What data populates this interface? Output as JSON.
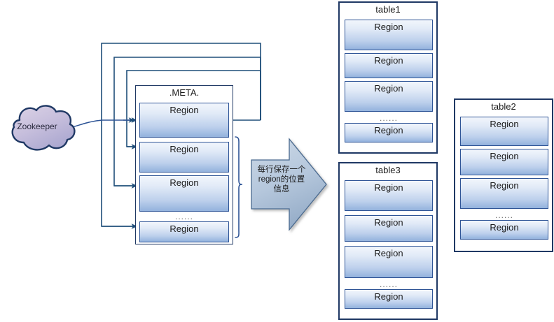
{
  "diagram": {
    "title": "HBase .META. region location diagram",
    "colors": {
      "box_border": "#1f3864",
      "region_border": "#2e5496",
      "region_gradient_top": "#f2f6fc",
      "region_gradient_bottom": "#93b2dd",
      "connector_line": "#1f4e79",
      "arrow_fill": "#b9c9dd",
      "cloud_fill": "#c9c2dd",
      "cloud_border": "#1f3864"
    }
  },
  "zookeeper": {
    "label": "Zookeeper",
    "icon": "cloud-icon"
  },
  "meta_table": {
    "title": ".META.",
    "regions": [
      {
        "label": "Region"
      },
      {
        "label": "Region"
      },
      {
        "label": "Region"
      },
      {
        "label": "Region"
      }
    ],
    "ellipsis": "......",
    "brace": "right-curly-brace"
  },
  "callout": {
    "shape": "right-arrow",
    "text": "每行保存一个region的位置信息",
    "line1": "每行保存一个",
    "line2": "region的位置",
    "line3": "信息"
  },
  "tables": [
    {
      "id": "table1",
      "title": "table1",
      "regions": [
        {
          "label": "Region"
        },
        {
          "label": "Region"
        },
        {
          "label": "Region"
        },
        {
          "label": "Region"
        }
      ],
      "ellipsis": "......"
    },
    {
      "id": "table3",
      "title": "table3",
      "regions": [
        {
          "label": "Region"
        },
        {
          "label": "Region"
        },
        {
          "label": "Region"
        },
        {
          "label": "Region"
        }
      ],
      "ellipsis": "......"
    },
    {
      "id": "table2",
      "title": "table2",
      "regions": [
        {
          "label": "Region"
        },
        {
          "label": "Region"
        },
        {
          "label": "Region"
        },
        {
          "label": "Region"
        }
      ],
      "ellipsis": "......"
    }
  ]
}
